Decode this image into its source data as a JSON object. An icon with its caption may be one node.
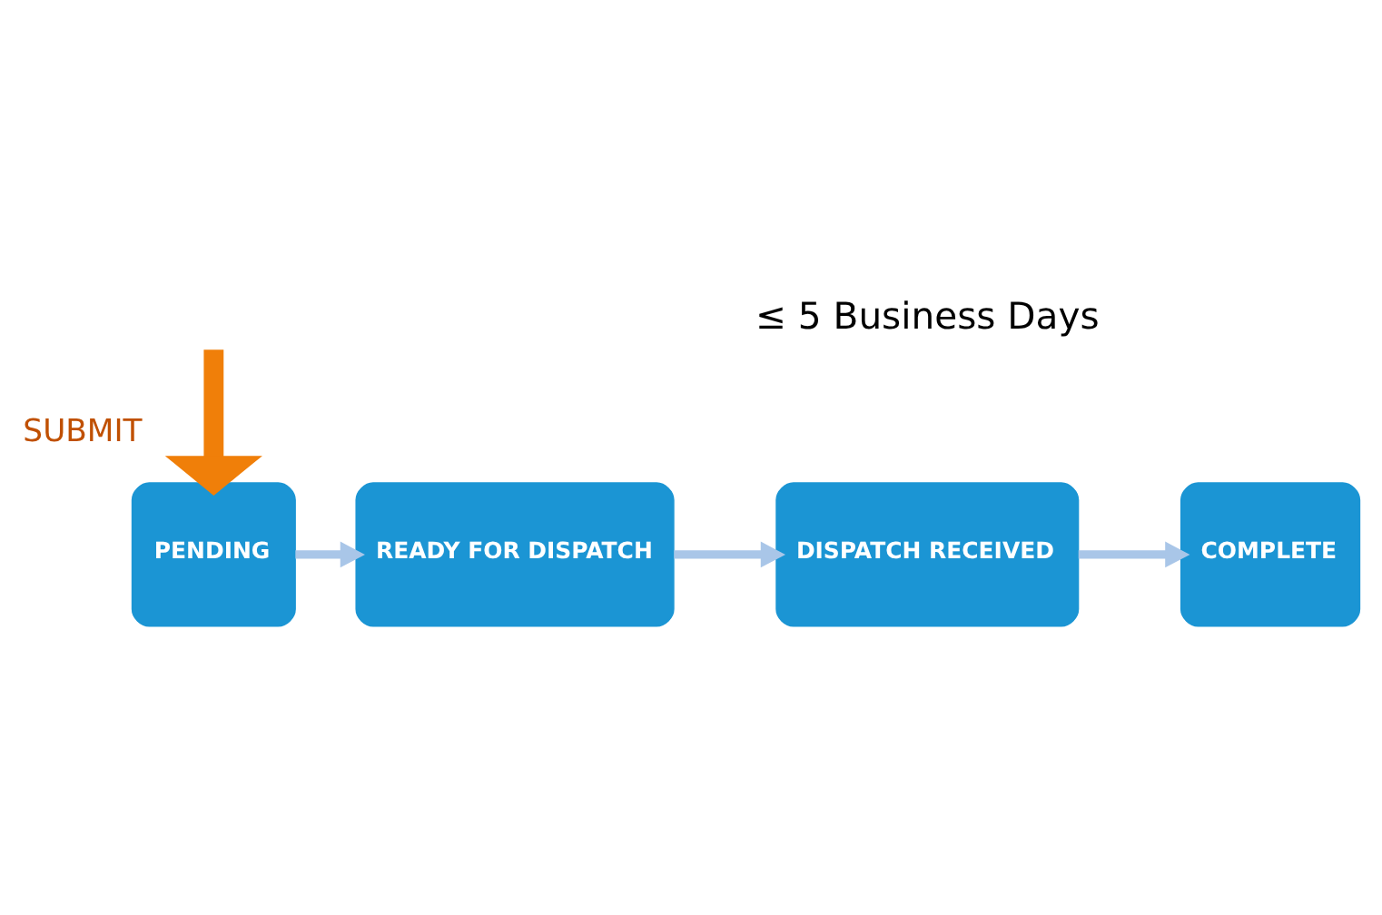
{
  "diagram": {
    "nodes": [
      {
        "text": [
          "PENDING"
        ]
      },
      {
        "text": [
          "READY FOR DISPATCH"
        ]
      },
      {
        "text": [
          "DISPATCH RECEIVED"
        ]
      },
      {
        "text": [
          "COMPLETE"
        ]
      }
    ],
    "edges": [
      {
        "from": null,
        "to": 0,
        "arrow": "to",
        "label": "SUBMIT",
        "style": "thick",
        "color": "#f07f09"
      },
      {
        "from": 0,
        "to": 1,
        "arrow": "to"
      },
      {
        "from": 1,
        "to": 2,
        "arrow": "to"
      },
      {
        "from": 2,
        "to": 3,
        "arrow": "to"
      }
    ],
    "labels": [
      "≤ 5 Business Days"
    ]
  }
}
